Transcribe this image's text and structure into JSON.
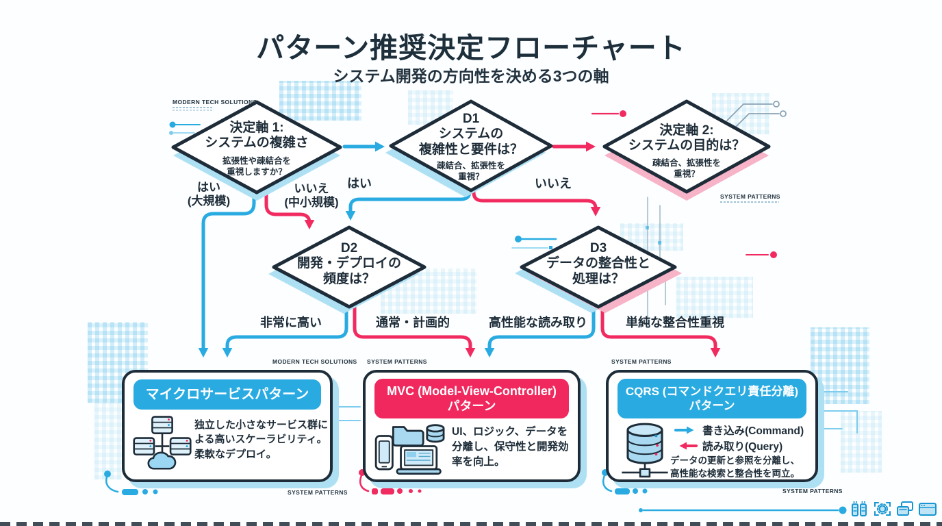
{
  "colors": {
    "cyan": "#29abe2",
    "pink": "#f12b60",
    "dark": "#1d2c38",
    "cyan_shadow": "#aee0f4",
    "pink_shadow": "#f7b3c7",
    "light_fill": "#bfe4f6",
    "background": "#fcfeff"
  },
  "header": {
    "title": "パターン推奨決定フローチャート",
    "subtitle": "システム開発の方向性を決める3つの軸"
  },
  "captions": {
    "modern_tech_top": "MODERN TECH SOLUTIONS",
    "system_patterns_axis2": "SYSTEM PATTERNS",
    "modern_tech_box1": "MODERN TECH SOLUTIONS",
    "system_patterns_box2": "SYSTEM PATTERNS",
    "system_patterns_box3": "SYSTEM PATTERNS",
    "system_patterns_bottom_left": "SYSTEM PATTERNS",
    "system_patterns_bottom_right": "SYSTEM PATTERNS"
  },
  "nodes": {
    "axis1": {
      "title": "決定軸 1:\nシステムの複雑さ",
      "subtitle": "拡張性や疎結合を\n重視しますか？"
    },
    "d1": {
      "title": "D1\nシステムの\n複雑性と要件は？",
      "subtitle": "疎結合、拡張性を\n重視？"
    },
    "axis2": {
      "title": "決定軸 2:\nシステムの目的は？",
      "subtitle": "疎結合、拡張性を\n重視？"
    },
    "d2": {
      "title": "D2\n開発・デプロイの\n頻度は？"
    },
    "d3": {
      "title": "D3\nデータの整合性と\n処理は？"
    }
  },
  "edges": {
    "axis1_yes": "はい\n(大規模)",
    "axis1_no": "いいえ\n(中小規模)",
    "d1_yes": "はい",
    "d1_no": "いいえ",
    "d2_high": "非常に高い",
    "d2_normal": "通常・計画的",
    "d3_read": "高性能な読み取り",
    "d3_simple": "単純な整合性重視"
  },
  "patterns": {
    "microservices": {
      "title": "マイクロサービスパターン",
      "description": "独立した小さなサービス群に\nよる高いスケーラビリティ。\n柔軟なデプロイ。"
    },
    "mvc": {
      "title": "MVC (Model-View-Controller)\nパターン",
      "description": "UI、ロジック、データを\n分離し、保守性と開発効\n率を向上。"
    },
    "cqrs": {
      "title": "CQRS (コマンドクエリ責任分離)\nパターン",
      "write_label": "書き込み(Command)",
      "read_label": "読み取り(Query)",
      "description": "データの更新と参照を分離し、\n高性能な検索と整合性を両立。"
    }
  },
  "icons": {
    "microservices": "servers-cloud-icon",
    "mvc": "devices-mvc-icon",
    "cqrs": "database-icon",
    "footer": [
      "server-rack-icon",
      "gear-scan-icon",
      "windows-stack-icon",
      "browser-window-icon"
    ]
  }
}
